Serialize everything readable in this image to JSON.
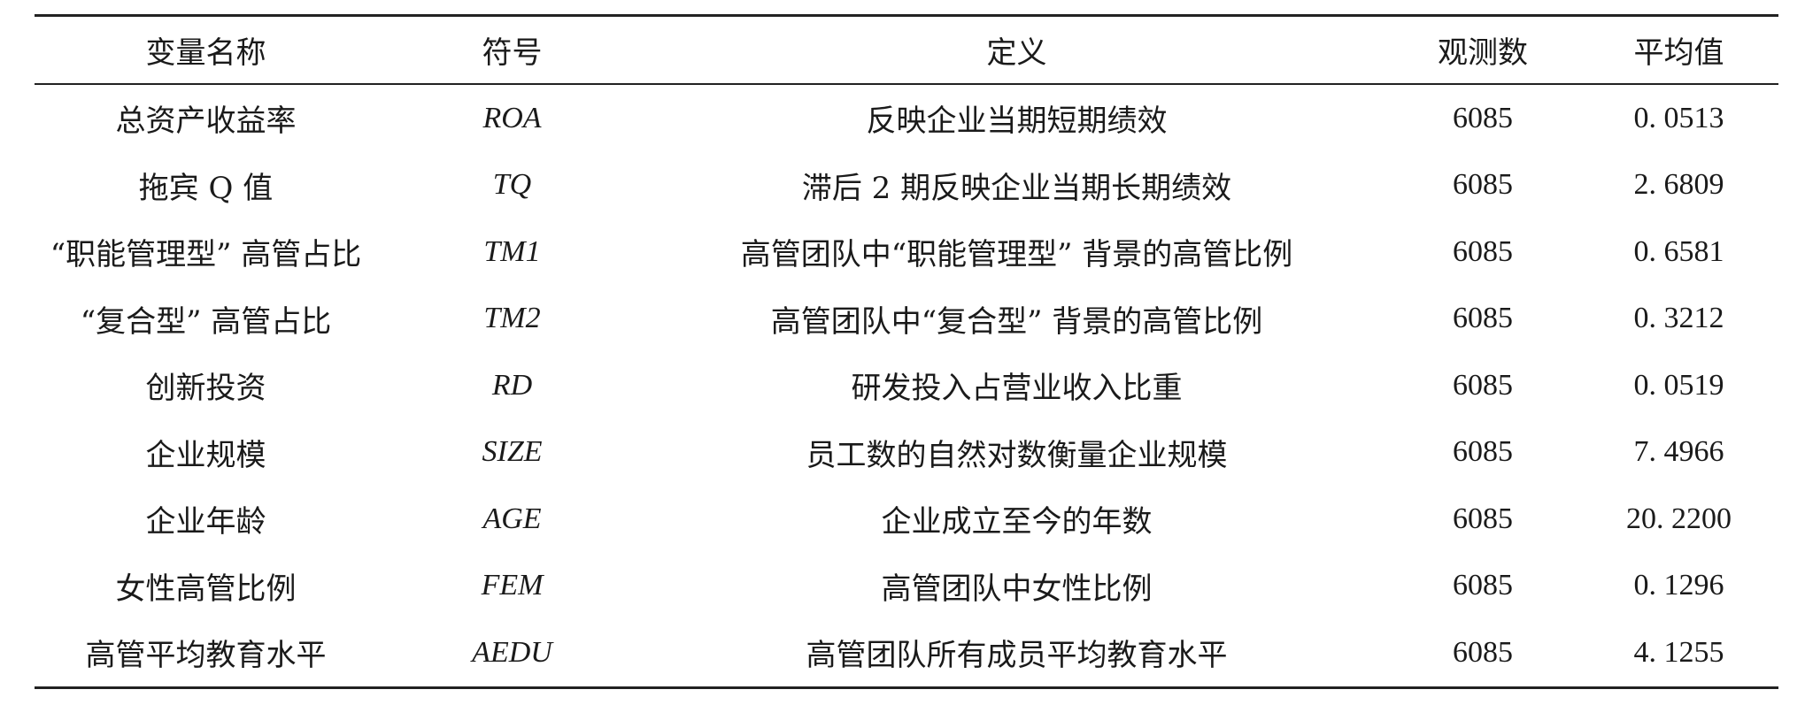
{
  "table": {
    "headers": [
      "变量名称",
      "符号",
      "定义",
      "观测数",
      "平均值"
    ],
    "rows": [
      {
        "name": "总资产收益率",
        "symbol": "ROA",
        "definition": "反映企业当期短期绩效",
        "obs": "6085",
        "mean": "0. 0513"
      },
      {
        "name": "拖宾 Q 值",
        "symbol": "TQ",
        "definition": "滞后 2 期反映企业当期长期绩效",
        "obs": "6085",
        "mean": "2. 6809"
      },
      {
        "name": "“职能管理型” 高管占比",
        "symbol": "TM1",
        "definition": "高管团队中“职能管理型” 背景的高管比例",
        "obs": "6085",
        "mean": "0. 6581"
      },
      {
        "name": "“复合型” 高管占比",
        "symbol": "TM2",
        "definition": "高管团队中“复合型” 背景的高管比例",
        "obs": "6085",
        "mean": "0. 3212"
      },
      {
        "name": "创新投资",
        "symbol": "RD",
        "definition": "研发投入占营业收入比重",
        "obs": "6085",
        "mean": "0. 0519"
      },
      {
        "name": "企业规模",
        "symbol": "SIZE",
        "definition": "员工数的自然对数衡量企业规模",
        "obs": "6085",
        "mean": "7. 4966"
      },
      {
        "name": "企业年龄",
        "symbol": "AGE",
        "definition": "企业成立至今的年数",
        "obs": "6085",
        "mean": "20. 2200"
      },
      {
        "name": "女性高管比例",
        "symbol": "FEM",
        "definition": "高管团队中女性比例",
        "obs": "6085",
        "mean": "0. 1296"
      },
      {
        "name": "高管平均教育水平",
        "symbol": "AEDU",
        "definition": "高管团队所有成员平均教育水平",
        "obs": "6085",
        "mean": "4. 1255"
      }
    ]
  }
}
